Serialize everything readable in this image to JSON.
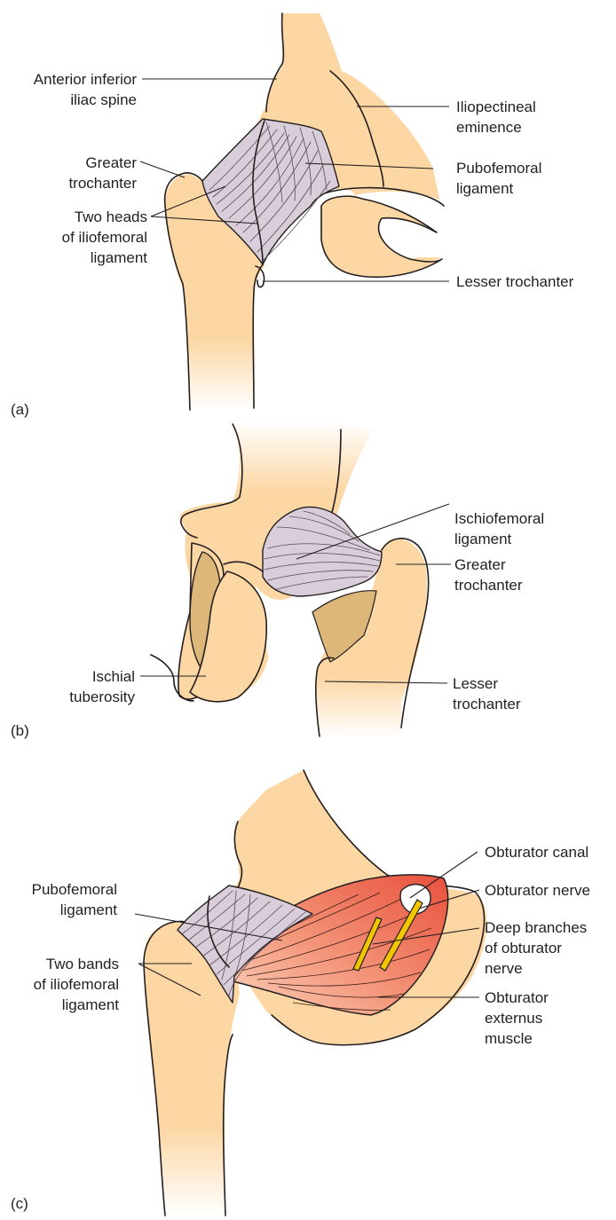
{
  "panels": {
    "a": {
      "letter": "(a)",
      "labels": {
        "anterior_inferior_iliac_spine_1": "Anterior inferior",
        "anterior_inferior_iliac_spine_2": "iliac spine",
        "greater_trochanter_1": "Greater",
        "greater_trochanter_2": "trochanter",
        "iliofemoral_1": "Two heads",
        "iliofemoral_2": "of iliofemoral",
        "iliofemoral_3": "ligament",
        "iliopectineal_1": "Iliopectineal",
        "iliopectineal_2": "eminence",
        "pubofemoral_1": "Pubofemoral",
        "pubofemoral_2": "ligament",
        "lesser_trochanter": "Lesser trochanter"
      }
    },
    "b": {
      "letter": "(b)",
      "labels": {
        "ischiofemoral_1": "Ischiofemoral",
        "ischiofemoral_2": "ligament",
        "greater_trochanter_1": "Greater",
        "greater_trochanter_2": "trochanter",
        "lesser_trochanter_1": "Lesser",
        "lesser_trochanter_2": "trochanter",
        "ischial_tuberosity_1": "Ischial",
        "ischial_tuberosity_2": "tuberosity"
      }
    },
    "c": {
      "letter": "(c)",
      "labels": {
        "pubofemoral_1": "Pubofemoral",
        "pubofemoral_2": "ligament",
        "iliofemoral_bands_1": "Two bands",
        "iliofemoral_bands_2": "of iliofemoral",
        "iliofemoral_bands_3": "ligament",
        "obturator_canal": "Obturator canal",
        "obturator_nerve": "Obturator nerve",
        "deep_branches_1": "Deep branches",
        "deep_branches_2": "of obturator",
        "deep_branches_3": "nerve",
        "obturator_externus_1": "Obturator",
        "obturator_externus_2": "externus",
        "obturator_externus_3": "muscle"
      }
    }
  },
  "colors": {
    "bone": "#fcd7a4",
    "bone_shadow": "#ddb77a",
    "ligament": "#d9cdd9",
    "muscle_light": "#f7b49c",
    "muscle_dark": "#ea5a45",
    "nerve": "#f2c500",
    "line": "#231f20"
  }
}
